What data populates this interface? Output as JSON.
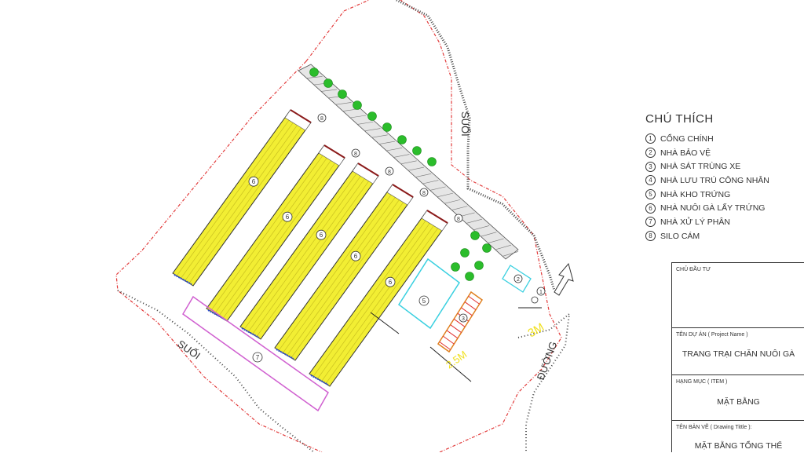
{
  "legend": {
    "title": "CHÚ THÍCH",
    "items": [
      {
        "num": "1",
        "label": "CỔNG CHÍNH"
      },
      {
        "num": "2",
        "label": "NHÀ BẢO VỆ"
      },
      {
        "num": "3",
        "label": "NHÀ SÁT TRÙNG XE"
      },
      {
        "num": "4",
        "label": "NHÀ LƯU TRÚ CÔNG NHÂN"
      },
      {
        "num": "5",
        "label": "NHÀ KHO TRỨNG"
      },
      {
        "num": "6",
        "label": "NHÀ NUÔI GÀ LẤY TRỨNG"
      },
      {
        "num": "7",
        "label": "NHÀ XỬ LÝ PHÂN"
      },
      {
        "num": "8",
        "label": "SILO CÁM"
      }
    ]
  },
  "title_block": {
    "owner_label": "CHỦ ĐẦU TƯ",
    "owner_value": "",
    "project_label": "TÊN DỰ ÁN ( Project Name )",
    "project_value": "TRANG TRẠI CHĂN NUÔI GÀ",
    "item_label": "HẠNG MỤC ( ITEM )",
    "item_value": "MẶT BẰNG",
    "drawing_label": "TÊN BẢN VẼ ( Drawing Tittle ):",
    "drawing_value": "MẶT BẰNG TỔNG THỂ"
  },
  "plan_labels": {
    "stream_left": "SUỐI",
    "stream_right": "SUỐI",
    "road": "ĐƯỜNG",
    "dim_3m": "3M",
    "dim_2_5m": "2.5M"
  },
  "markers": {
    "gate": "1",
    "guard": "2",
    "disinfection": "3",
    "egg_storage": "5",
    "hen_house": "6",
    "manure": "7",
    "silo": "8"
  },
  "colors": {
    "boundary": "#e23a3a",
    "hen_house_fill": "#f2ee33",
    "tree": "#2bbd2b",
    "egg_storage": "#3ad0e0",
    "manure_house": "#d060d0",
    "dimension": "#f0e020"
  }
}
